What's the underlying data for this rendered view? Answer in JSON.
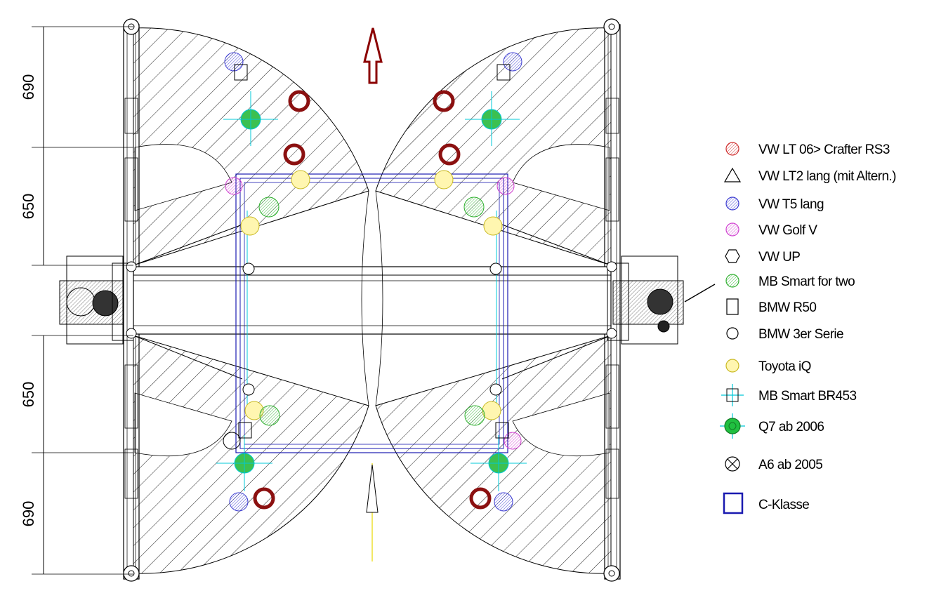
{
  "dimensions": [
    "690",
    "650",
    "650",
    "690"
  ],
  "legend": [
    {
      "label": "VW LT 06> Crafter RS3",
      "icon": "red-hatched-circle-icon",
      "color": "#d03030"
    },
    {
      "label": "VW LT2 lang (mit Altern.)",
      "icon": "triangle-icon",
      "color": "#000000"
    },
    {
      "label": "VW T5 lang",
      "icon": "blue-hatched-circle-icon",
      "color": "#3a3ad0"
    },
    {
      "label": "VW Golf V",
      "icon": "magenta-hatched-circle-icon",
      "color": "#d040d0"
    },
    {
      "label": "VW UP",
      "icon": "hexagon-icon",
      "color": "#000000"
    },
    {
      "label": "MB Smart for two",
      "icon": "green-hatched-circle-icon",
      "color": "#30b030"
    },
    {
      "label": "BMW R50",
      "icon": "rectangle-icon",
      "color": "#000000"
    },
    {
      "label": "BMW 3er Serie",
      "icon": "small-circle-icon",
      "color": "#000000"
    },
    {
      "label": "Toyota iQ",
      "icon": "yellow-circle-icon",
      "color": "#e8d840"
    },
    {
      "label": "MB Smart BR453",
      "icon": "cyan-crosshair-square-icon",
      "color": "#00c8d8"
    },
    {
      "label": "Q7 ab 2006",
      "icon": "green-target-icon",
      "color": "#20c040"
    },
    {
      "label": "A6 ab 2005",
      "icon": "crossed-circle-icon",
      "color": "#000000"
    },
    {
      "label": "C-Klasse",
      "icon": "blue-square-icon",
      "color": "#1a1ab0"
    }
  ],
  "colors": {
    "up_arrow": "#8b0000",
    "down_arrow": "#e8d800",
    "red_ring": "#8b1010",
    "blue_frame": "#1a1ab0",
    "cyan": "#00c8d8",
    "green_fill": "#3cc050"
  }
}
